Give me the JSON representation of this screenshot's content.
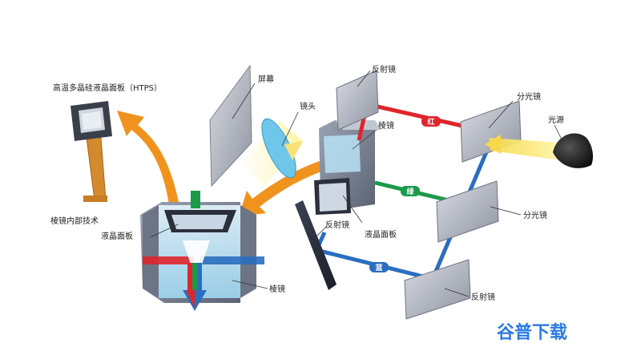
{
  "labels": {
    "htps_panel": "高温多晶硅液晶面板（HTPS）",
    "prism_internal": "棱镜内部技术",
    "lcd_panel_left": "液晶面板",
    "prism_left": "棱镜",
    "screen": "屏幕",
    "lens": "镜头",
    "mirror_top": "反射镜",
    "prism_center": "棱镜",
    "dichroic_top": "分光镜",
    "light_source": "光源",
    "dichroic_mid": "分光镜",
    "mirror_left": "反射镜",
    "lcd_panel_center": "液晶面板",
    "mirror_bottom": "反射镜"
  },
  "beams": {
    "red": "红",
    "green": "绿",
    "blue": "蓝"
  },
  "colors": {
    "red": "#e0252b",
    "green": "#1a9a4a",
    "blue": "#2a6ec0",
    "orange": "#f0921e",
    "yellow": "#f7e27a"
  },
  "watermark": "谷普下载"
}
